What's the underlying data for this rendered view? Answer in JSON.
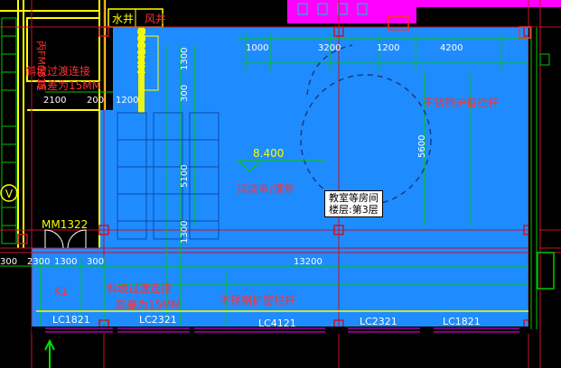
{
  "canvas": {
    "colors": {
      "background": "#000000",
      "room_fill": "#1e8cff",
      "grid": "#c8102e",
      "wall": "#ffff00",
      "dimension": "#00c800",
      "label_red": "#ff2020",
      "label_yellow": "#ffff00",
      "magenta_area": "#ff00ff"
    },
    "rooms": {
      "water_well": "水井",
      "wind_well": "风井"
    },
    "door_tags": {
      "mm1322_top": "MM1322",
      "mm1322_bottom": "MM1322",
      "k1": "K1"
    },
    "notes": {
      "ramp_top": "斜坡过渡连接",
      "height_diff_top": "高差为15MM",
      "ramp_bottom": "斜坡过渡连接",
      "height_diff_bottom": "高差为15MM",
      "railing_right": "不锈钢护窗栏杆",
      "railing_bottom": "不锈钢护窗栏杆",
      "activity": "活动室/课堂",
      "vertical_text": "丙FM0815"
    },
    "elevation": "8.400",
    "dimensions": {
      "top": [
        "1000",
        "3200",
        "1200",
        "4200"
      ],
      "left_h": [
        "2100",
        "200",
        "1200"
      ],
      "bottom": [
        "300",
        "2300",
        "1300",
        "300",
        "13200"
      ],
      "vertical": [
        "1300",
        "300",
        "5100",
        "5600",
        "1300"
      ]
    },
    "window_tags": [
      "LC1821",
      "LC2321",
      "LC4121",
      "LC2321",
      "LC1821"
    ]
  },
  "tooltip": {
    "line1": "教室等房间",
    "line2": "楼层:第3层"
  }
}
